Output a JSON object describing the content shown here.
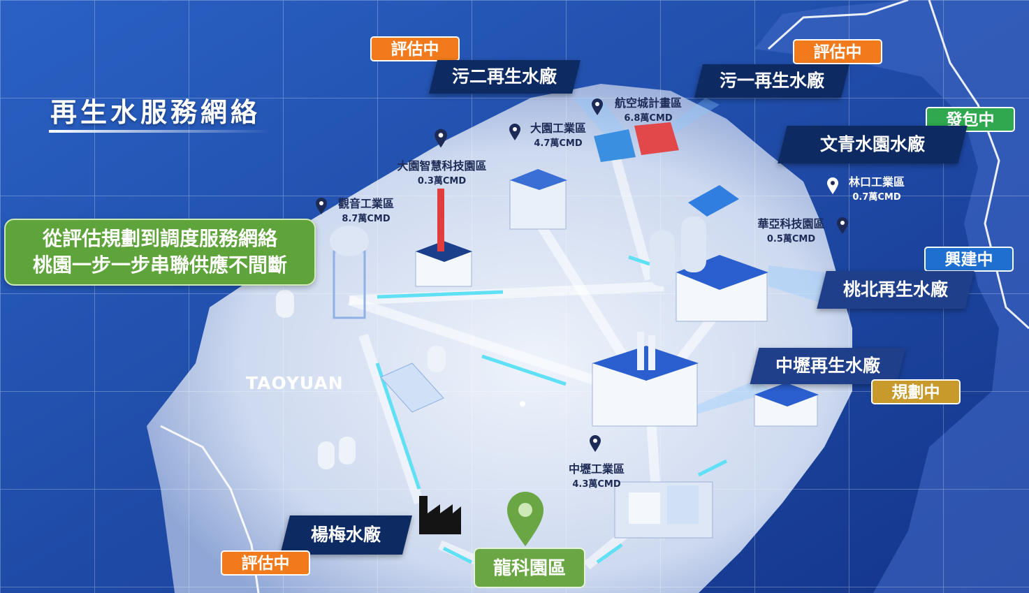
{
  "title": "再生水服務網絡",
  "slogan": {
    "line1": "從評估規劃到調度服務網絡",
    "line2": "桃園一步一步串聯供應不間斷"
  },
  "region_label": "TAOYUAN",
  "plants": {
    "wu2": {
      "name": "污二再生水廠",
      "status": "評估中"
    },
    "wu1": {
      "name": "污一再生水廠",
      "status": "評估中"
    },
    "wenqing": {
      "name": "文青水園水廠",
      "status": "發包中"
    },
    "taobei": {
      "name": "桃北再生水廠",
      "status": "興建中"
    },
    "zhongli": {
      "name": "中壢再生水廠",
      "status": "規劃中"
    },
    "yangmei": {
      "name": "楊梅水廠",
      "status": "評估中"
    }
  },
  "longke": "龍科園區",
  "zones": {
    "hangkong": {
      "name": "航空城計畫區",
      "volume": "6.8萬CMD"
    },
    "dayuan": {
      "name": "大園工業區",
      "volume": "4.7萬CMD"
    },
    "smart": {
      "name": "大園智慧科技園區",
      "volume": "0.3萬CMD"
    },
    "guanyin": {
      "name": "觀音工業區",
      "volume": "8.7萬CMD"
    },
    "linkou": {
      "name": "林口工業區",
      "volume": "0.7萬CMD"
    },
    "huaya": {
      "name": "華亞科技園區",
      "volume": "0.5萬CMD"
    },
    "zhongli_ind": {
      "name": "中壢工業區",
      "volume": "4.3萬CMD"
    }
  },
  "colors": {
    "evaluating": "#f07a1c",
    "contracting": "#2fa84f",
    "constructing": "#1f6fd1",
    "planning": "#c79a2b",
    "label_bg": "#0d2a63",
    "slogan_bg": "#5fa43a"
  }
}
